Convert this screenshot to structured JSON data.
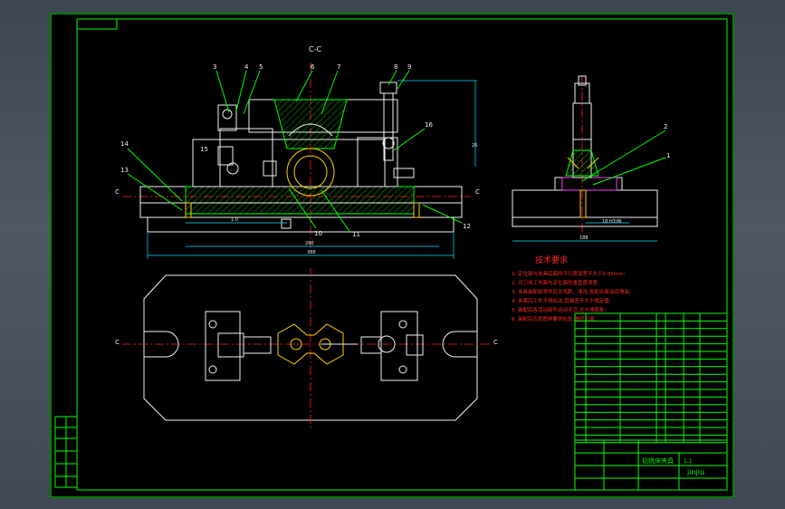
{
  "section_title": "C-C",
  "part_numbers": [
    "3",
    "4",
    "5",
    "6",
    "7",
    "8",
    "9",
    "14",
    "13",
    "15",
    "16",
    "2",
    "1",
    "10",
    "11",
    "12"
  ],
  "dimensions": {
    "front_inner": "1 0",
    "front_mid": "280",
    "front_overall": "388",
    "side_width": "188",
    "side_fit": "18 H7/f6",
    "front_top_height": "26"
  },
  "section_markers": [
    "C",
    "C",
    "C",
    "C"
  ],
  "tech_requirements": {
    "title": "技术要求",
    "items": [
      "1. 定位面与夹具底面的平行度误差不大于0.05mm;",
      "2. 对刀块工作面与定位面的垂直度误差;",
      "3. 夹具装配前零件应去毛刺、清洗,各配合面涂润滑油;",
      "4. 夹紧后工件不得松动,其偏差不大于规定值;",
      "5. 装配后各活动部件运动灵活,无卡滞现象;",
      "6. 装配后应按图样要求检验,做好记录。"
    ]
  },
  "title_block": {
    "drawing_name": "钻铣床夹具",
    "company": "jinjiu",
    "scale": "1:1"
  },
  "colors": {
    "frame": "#00ff00",
    "outline": "#f2f2f2",
    "center": "#ff2020",
    "dimension": "#00e5ff",
    "workpiece": "#ffd200",
    "highlight": "#ff40ff",
    "background": "#000000"
  }
}
